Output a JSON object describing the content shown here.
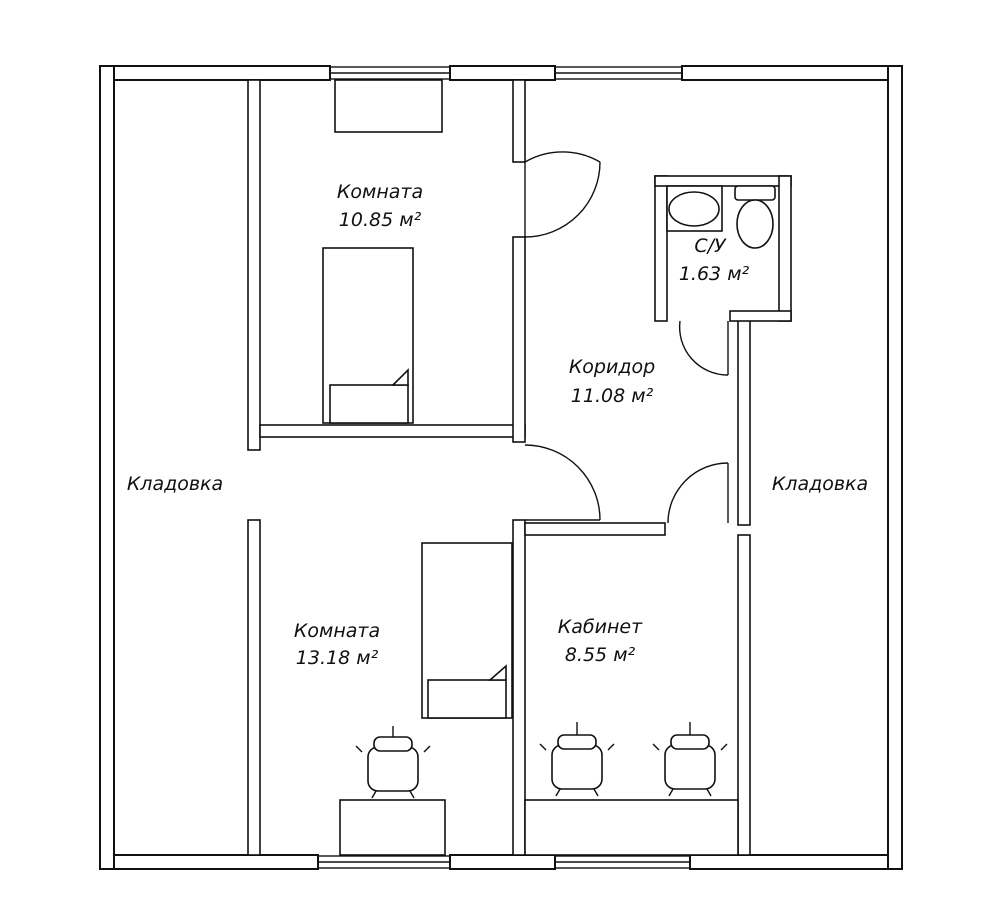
{
  "plan": {
    "rooms": [
      {
        "id": "room-1",
        "name": "Комната",
        "area": "10.85 м²"
      },
      {
        "id": "room-2",
        "name": "Комната",
        "area": "13.18 м²"
      },
      {
        "id": "corridor",
        "name": "Коридор",
        "area": "11.08 м²"
      },
      {
        "id": "bathroom",
        "name": "С/У",
        "area": "1.63 м²"
      },
      {
        "id": "office",
        "name": "Кабинет",
        "area": "8.55 м²"
      },
      {
        "id": "storage-left",
        "name": "Кладовка"
      },
      {
        "id": "storage-right",
        "name": "Кладовка"
      }
    ]
  },
  "colors": {
    "line": "#111111",
    "background": "#ffffff"
  },
  "icons": [
    "bed-icon",
    "chair-icon",
    "desk-icon",
    "sink-icon",
    "toilet-icon",
    "window-icon",
    "door-icon"
  ]
}
